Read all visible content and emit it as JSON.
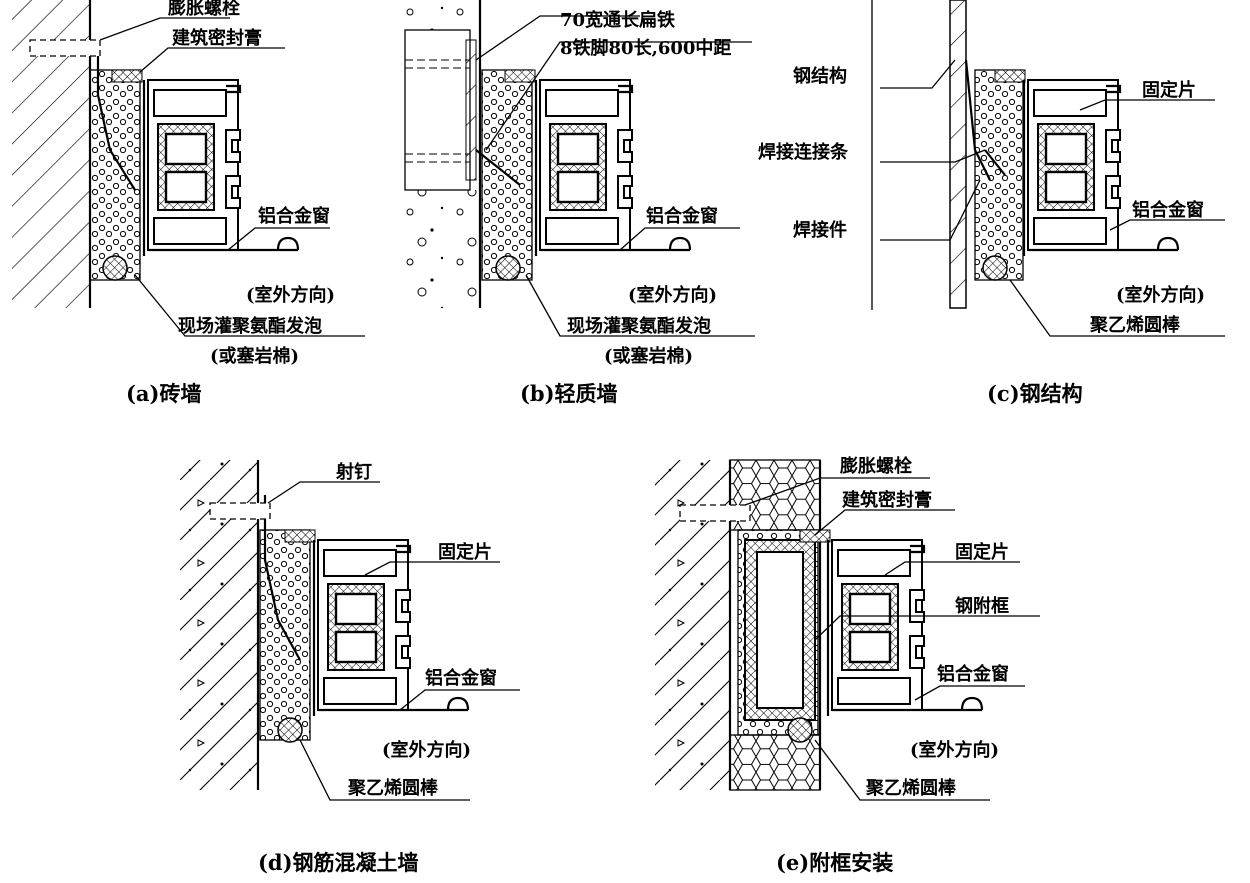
{
  "panels": {
    "a": {
      "caption": "(a)砖墙",
      "labels": [
        "膨胀螺栓",
        "建筑密封膏",
        "铝合金窗",
        "(室外方向)",
        "现场灌聚氨酯发泡",
        "(或塞岩棉)"
      ]
    },
    "b": {
      "caption": "(b)轻质墙",
      "labels": [
        "70宽通长扁铁",
        "8铁脚80长,600中距",
        "铝合金窗",
        "(室外方向)",
        "现场灌聚氨酯发泡",
        "(或塞岩棉)"
      ]
    },
    "c": {
      "caption": "(c)钢结构",
      "labels": [
        "钢结构",
        "固定片",
        "焊接连接条",
        "铝合金窗",
        "焊接件",
        "(室外方向)",
        "聚乙烯圆棒"
      ]
    },
    "d": {
      "caption": "(d)钢筋混凝土墙",
      "labels": [
        "射钉",
        "固定片",
        "铝合金窗",
        "(室外方向)",
        "聚乙烯圆棒"
      ]
    },
    "e": {
      "caption": "(e)附框安装",
      "labels": [
        "膨胀螺栓",
        "建筑密封膏",
        "固定片",
        "钢附框",
        "铝合金窗",
        "(室外方向)",
        "聚乙烯圆棒"
      ]
    }
  }
}
